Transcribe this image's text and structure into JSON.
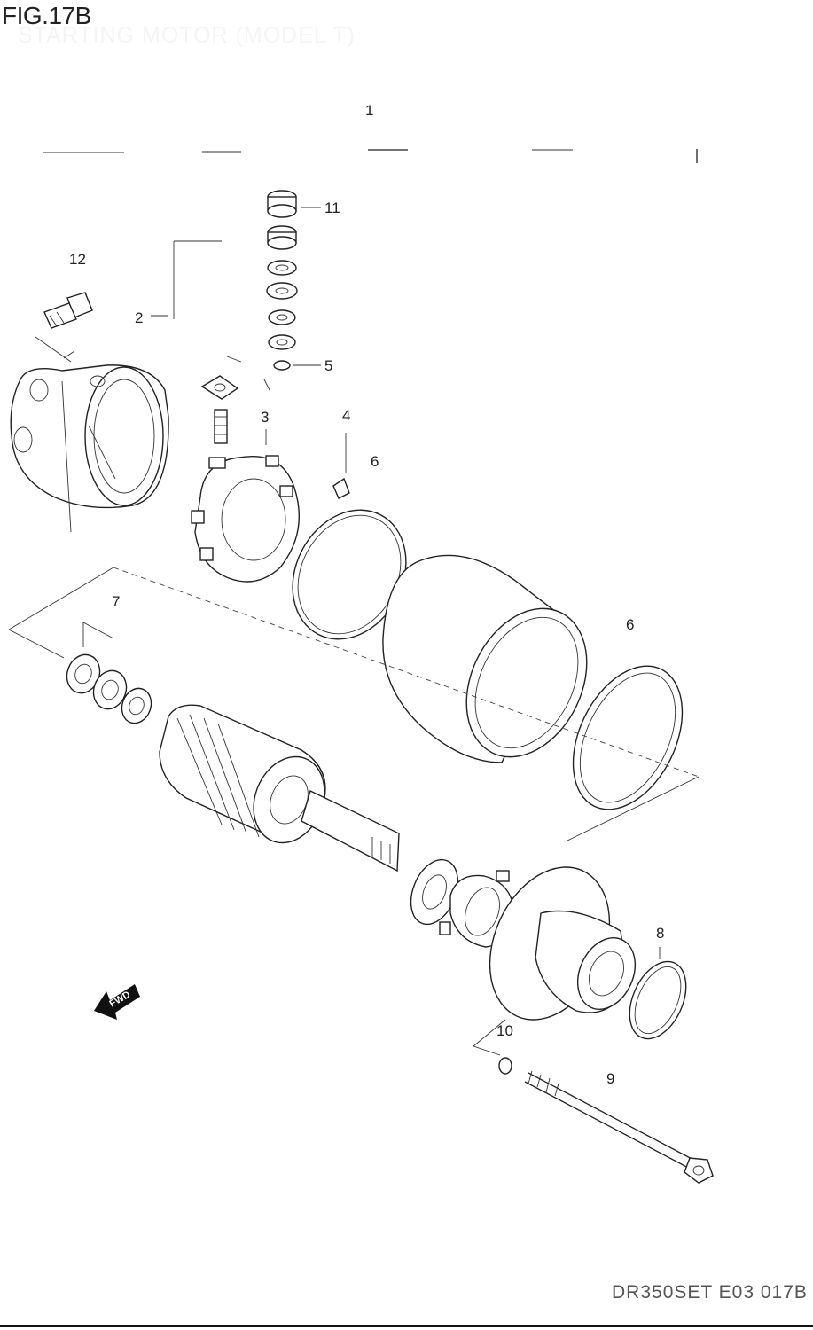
{
  "figure": {
    "number": "FIG.17B",
    "title": "STARTING MOTOR (MODEL T)",
    "code": "DR350SET E03 017B"
  },
  "parts": [
    {
      "ref": "1"
    },
    {
      "ref": "2"
    },
    {
      "ref": "3"
    },
    {
      "ref": "4"
    },
    {
      "ref": "5"
    },
    {
      "ref": "6"
    },
    {
      "ref": "6"
    },
    {
      "ref": "7"
    },
    {
      "ref": "8"
    },
    {
      "ref": "9"
    },
    {
      "ref": "10"
    },
    {
      "ref": "11"
    },
    {
      "ref": "12"
    }
  ],
  "direction_indicator": {
    "label": "FWD",
    "icon": "fwd-arrow-icon"
  }
}
